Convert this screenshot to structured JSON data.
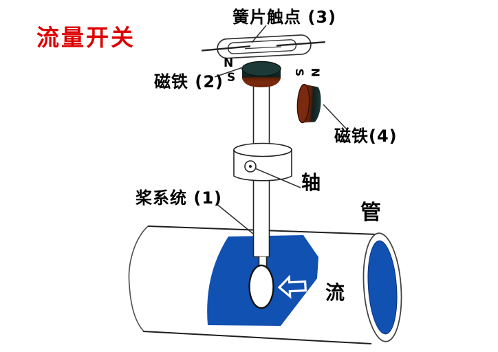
{
  "title": {
    "text": "流量开关"
  },
  "labels": {
    "reed_contact": "簧片触点 (3)",
    "magnet2": "磁铁 (2)",
    "magnet4": "磁铁(4)",
    "shaft": "轴",
    "paddle_system": "桨系统 (1)",
    "pipe": "管",
    "flow": "流"
  },
  "magnet2_poles": {
    "north": "N",
    "south": "S"
  },
  "magnet4_poles": {
    "south": "S",
    "north": "N"
  },
  "flow_arrow": {
    "direction": "left",
    "style": "hollow-block-arrow"
  },
  "colors": {
    "title_red": "#dd0000",
    "fluid_blue": "#1151b2",
    "magnet_teal": "#1d3a38",
    "magnet_red": "#7c2a0e",
    "outline": "#222222"
  }
}
